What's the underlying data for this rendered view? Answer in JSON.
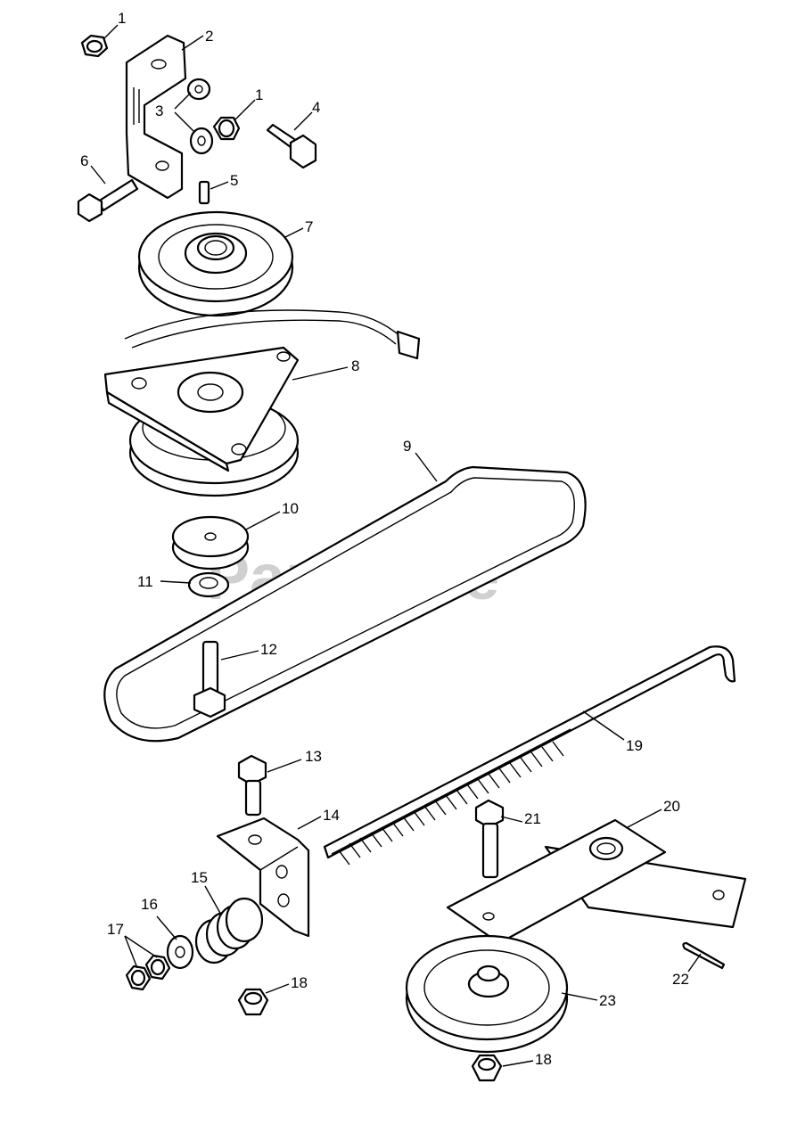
{
  "watermark": "PartsTree",
  "callouts": {
    "c1a": "1",
    "c2": "2",
    "c3": "3",
    "c1b": "1",
    "c4": "4",
    "c6": "6",
    "c5": "5",
    "c7": "7",
    "c8": "8",
    "c9": "9",
    "c10": "10",
    "c11": "11",
    "c12": "12",
    "c13": "13",
    "c14": "14",
    "c15": "15",
    "c16": "16",
    "c17": "17",
    "c18a": "18",
    "c19": "19",
    "c20": "20",
    "c21": "21",
    "c22": "22",
    "c23": "23",
    "c18b": "18"
  }
}
